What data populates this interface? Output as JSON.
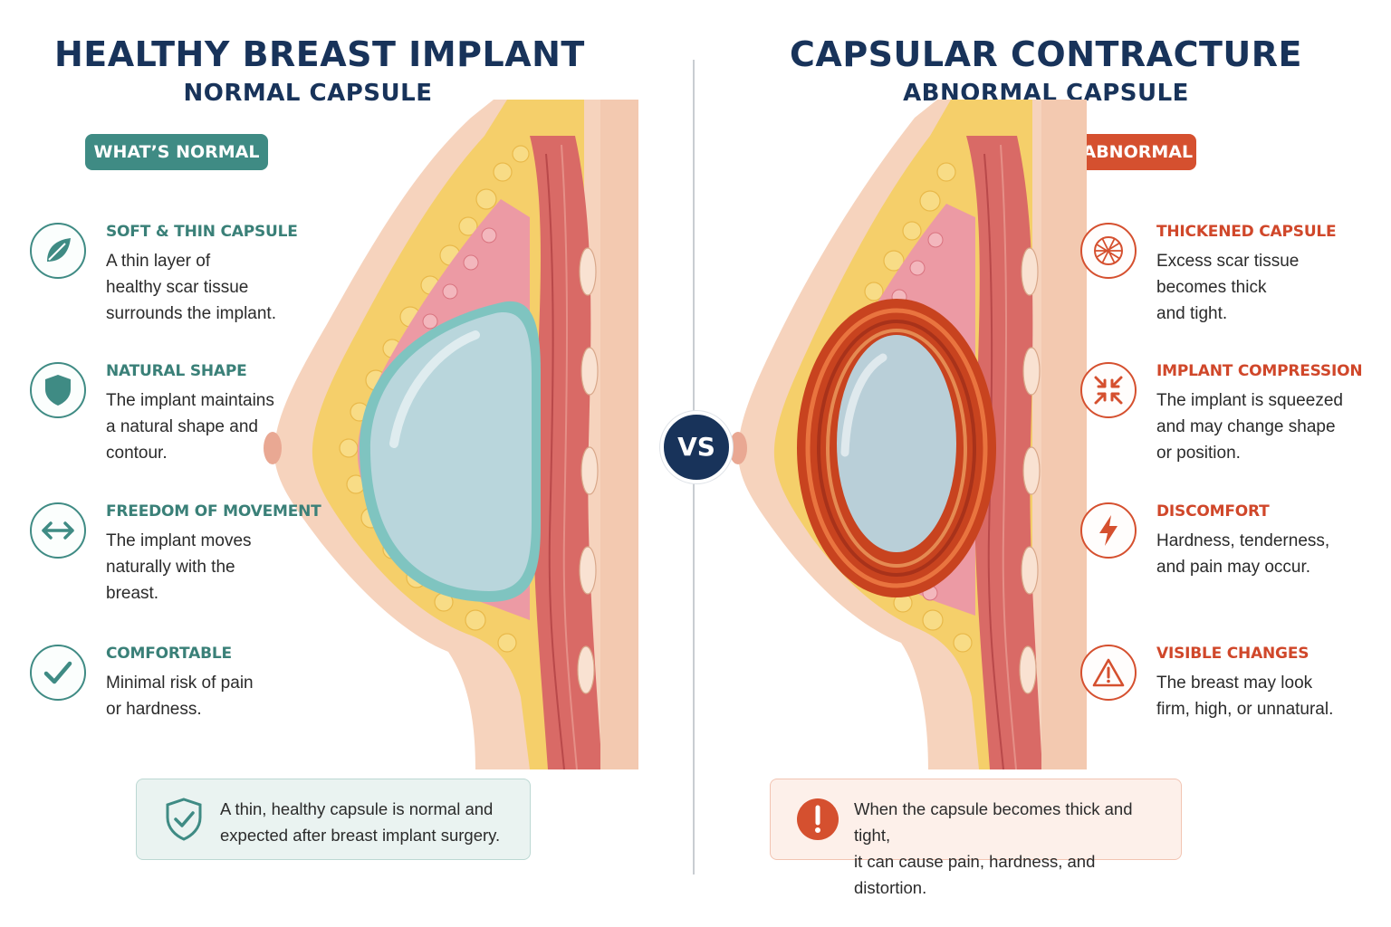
{
  "left": {
    "title": "HEALTHY BREAST IMPLANT",
    "subtitle": "NORMAL CAPSULE",
    "badge": "WHAT’S NORMAL",
    "accent": "#3f8b84",
    "features": [
      {
        "icon": "leaf-icon",
        "heading": "SOFT & THIN CAPSULE",
        "desc": "A thin layer of\nhealthy scar tissue\nsurrounds the implant."
      },
      {
        "icon": "shield-icon",
        "heading": "NATURAL SHAPE",
        "desc": "The implant maintains\na natural shape and\ncontour."
      },
      {
        "icon": "double-arrow-icon",
        "heading": "FREEDOM OF MOVEMENT",
        "desc": "The implant moves\nnaturally with the\nbreast."
      },
      {
        "icon": "checkmark-icon",
        "heading": "COMFORTABLE",
        "desc": "Minimal risk of pain\nor hardness."
      }
    ],
    "note": "A thin, healthy capsule is normal and\nexpected after breast implant surgery.",
    "note_icon": "shield-check-icon"
  },
  "right": {
    "title": "CAPSULAR CONTRACTURE",
    "subtitle": "ABNORMAL CAPSULE",
    "badge": "WHAT’S ABNORMAL",
    "accent": "#d5502f",
    "features": [
      {
        "icon": "mesh-ball-icon",
        "heading": "THICKENED CAPSULE",
        "desc": "Excess scar tissue\nbecomes thick\nand tight."
      },
      {
        "icon": "compress-arrows-icon",
        "heading": "IMPLANT COMPRESSION",
        "desc": "The implant is squeezed\nand may change shape\nor position."
      },
      {
        "icon": "lightning-icon",
        "heading": "DISCOMFORT",
        "desc": "Hardness, tenderness,\nand pain may occur."
      },
      {
        "icon": "warning-triangle-icon",
        "heading": "VISIBLE CHANGES",
        "desc": "The breast may look\nfirm, high, or unnatural."
      }
    ],
    "note": "When the capsule becomes thick and tight,\nit can cause pain, hardness, and distortion.",
    "note_icon": "exclamation-circle-icon"
  },
  "vs_label": "VS",
  "colors": {
    "navy": "#18335a",
    "skin": "#f6d3bd",
    "fat": "#f5cf6a",
    "gland": "#ec9aa4",
    "muscle": "#d96a66",
    "implant": "#b9d6dc",
    "healthy_capsule": "#7fc4c0",
    "thick_capsule": "#c8431f"
  }
}
